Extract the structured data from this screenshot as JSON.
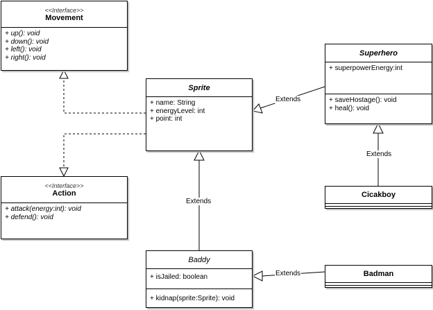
{
  "classes": {
    "movement": {
      "stereotype": "<<Interface>>",
      "name": "Movement",
      "operations": [
        "+ up(): void",
        "+ down(): void",
        "+ left(): void",
        "+ right(): void"
      ]
    },
    "action": {
      "stereotype": "<<Interface>>",
      "name": "Action",
      "operations": [
        "+ attack(energy:int): void",
        "+ defend(): void"
      ]
    },
    "sprite": {
      "name": "Sprite",
      "attributes": [
        "+ name: String",
        "+ energyLevel: int",
        "+ point: int"
      ]
    },
    "superhero": {
      "name": "Superhero",
      "attributes": [
        "+ superpowerEnergy:int"
      ],
      "operations": [
        "+ saveHostage(): void",
        "+ heal(): void"
      ]
    },
    "cicakboy": {
      "name": "Cicakboy"
    },
    "baddy": {
      "name": "Baddy",
      "attributes": [
        "+  isJailed: boolean"
      ],
      "operations": [
        "+ kidnap(sprite:Sprite): void"
      ]
    },
    "badman": {
      "name": "Badman"
    }
  },
  "relations": {
    "superhero_sprite": "Extends",
    "cicakboy_superhero": "Extends",
    "baddy_sprite": "Extends",
    "badman_baddy": "Extends"
  }
}
